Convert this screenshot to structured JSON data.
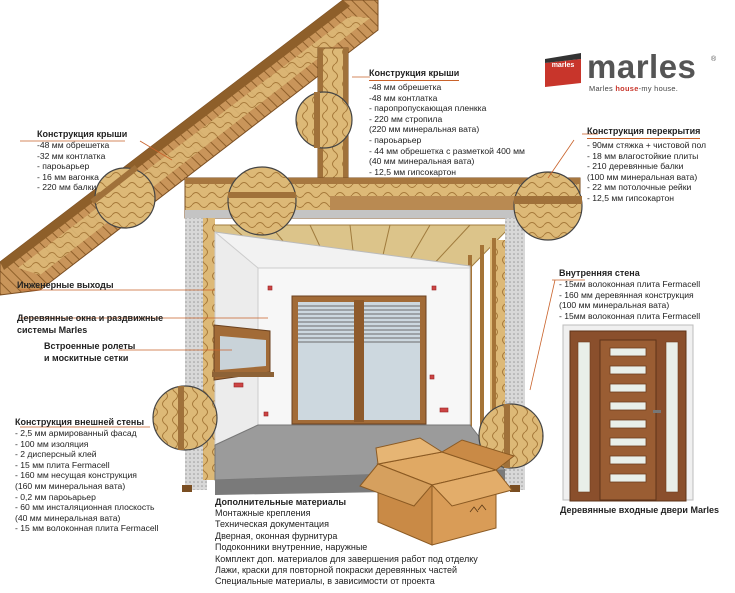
{
  "logo": {
    "brand_small": "marles",
    "word": "marles",
    "reg": "®",
    "tagline_pre": "Marles ",
    "tagline_accent": "house",
    "tagline_post": "-my house."
  },
  "blocks": {
    "roof_left": {
      "title": "Конструкция крыши",
      "items": [
        "-48 мм обрешетка",
        "-32 мм контлатка",
        "- пароьарьер",
        "- 16 мм вагонка",
        "- 220 мм балки"
      ]
    },
    "roof_top": {
      "title": "Конструкция крыши",
      "items": [
        "-48 мм обрешетка",
        "-48 мм контлатка",
        "- паропропускающая пленкка",
        "- 220 мм стропила",
        "(220 мм минеральная вата)",
        "- пароьарьер",
        "- 44 мм обрешетка с разметкой 400  мм",
        "(40 мм минеральная вата)",
        "- 12,5 мм гипсокартон"
      ]
    },
    "floor": {
      "title": "Конструкция перекрытия",
      "items": [
        "- 90мм стяжка + чистовой пол",
        "- 18 мм влагостойкие плиты",
        "- 210 деревянные балки",
        "(100 мм минеральная вата)",
        "- 22 мм потолочные рейки",
        "- 12,5 мм гипсокартон"
      ]
    },
    "inner_wall": {
      "title": "Внутренняя стена",
      "items": [
        "- 15мм волоконная плита Fermacell",
        "- 160 мм деревянная конструкция",
        "(100 мм минеральная вата)",
        "- 15мм волоконная плита Fermacell"
      ]
    },
    "outer_wall": {
      "title": "Конструкция внешней стены",
      "items": [
        "- 2,5 мм армированный фасад",
        "- 100 мм изоляция",
        "- 2 дисперсный клей",
        "- 15 мм плита Fermacell",
        "- 160 мм несущая конструкция",
        "(160 мм минеральная вата)",
        "- 0,2 мм пароьарьер",
        "- 60 мм инсталяционная плоскость",
        "(40 мм минеральная вата)",
        "- 15 мм волоконная плита Fermacell"
      ]
    },
    "extra": {
      "title": "Дополнительные материалы",
      "items": [
        "Монтажные крепления",
        "Техническая документация",
        "Дверная, оконная фурнитура",
        "Подоконники внутренние, наружные",
        "Комплект доп. материалов для завершения работ под отделку",
        "Лажи, краски для повторной покраски деревянных частей",
        "Специальные материалы, в зависимости от проекта"
      ]
    }
  },
  "labels": {
    "engineering": "Инженерные выходы",
    "windows_1": "Деревянные окна и раздвижные",
    "windows_2": "системы Marles",
    "shutters_1": "Встроенные ролеты",
    "shutters_2": "и москитные сетки",
    "door": "Деревянные входные двери Marles"
  },
  "colors": {
    "accent": "#c9622a",
    "wood": "#c89a5a",
    "insulation": "#d9b774",
    "door": "#8a4f2c",
    "box": "#d39a55"
  }
}
